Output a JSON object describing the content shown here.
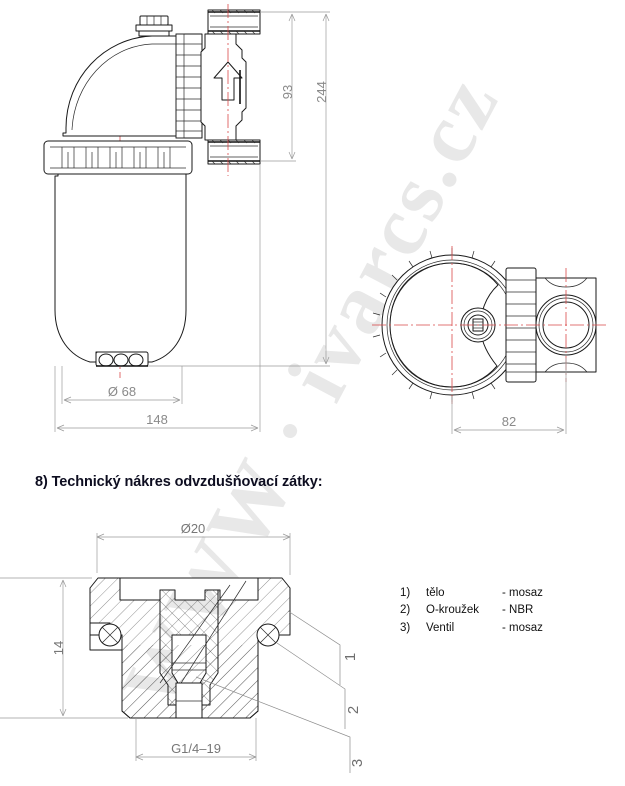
{
  "document": {
    "title": "Technický nákres odvzdušňovací zátky",
    "watermark": "WWW · ivarcs.cz"
  },
  "heading": {
    "number": "8)",
    "text": "8) Technický nákres odvzdušňovací zátky:"
  },
  "filter_drawing": {
    "name": "filter-assembly-side-view",
    "dimensions": {
      "overall_height": "244",
      "port_height": "93",
      "bowl_diameter": "Ø 68",
      "overall_width": "148",
      "top_view_width": "82"
    },
    "flow_arrow": "up-arrow"
  },
  "plug_drawing": {
    "name": "vent-plug-cross-section",
    "dimensions": {
      "outer_diameter": "Ø20",
      "height": "14",
      "thread": "G1/4–19"
    },
    "callouts": [
      "1",
      "2",
      "3"
    ]
  },
  "legend": {
    "items": [
      {
        "num": "1)",
        "part": "tělo",
        "material": "- mosaz"
      },
      {
        "num": "2)",
        "part": "O-kroužek",
        "material": "- NBR"
      },
      {
        "num": "3)",
        "part": "Ventil",
        "material": "- mosaz"
      }
    ]
  },
  "colors": {
    "outline": "#1a1a1a",
    "dimension": "#9a9a9a",
    "centerline": "#d94a4a",
    "watermark": "#e8e8e8",
    "heading": "#0d0d20"
  }
}
